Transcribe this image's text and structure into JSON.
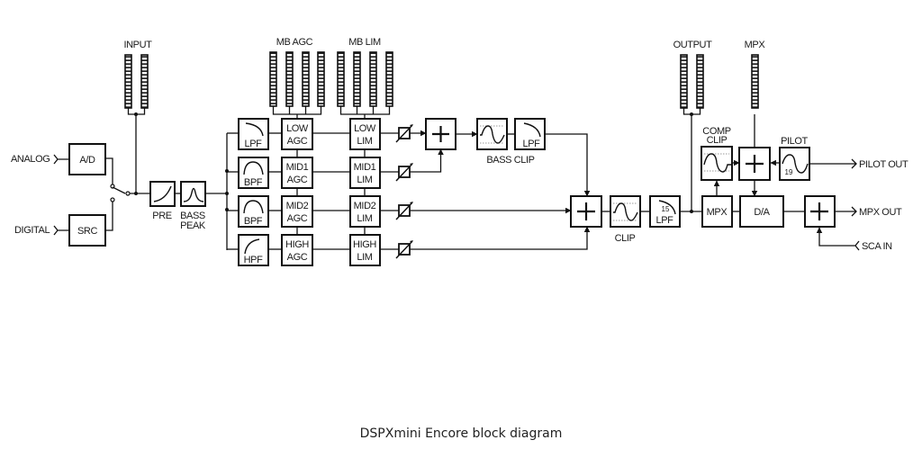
{
  "caption": "DSPXmini Encore block diagram",
  "meters": {
    "input": "INPUT",
    "mb_agc": "MB AGC",
    "mb_lim": "MB LIM",
    "output": "OUTPUT",
    "mpx": "MPX"
  },
  "io": {
    "analog": "ANALOG",
    "digital": "DIGITAL",
    "pilot_out": "PILOT OUT",
    "mpx_out": "MPX OUT",
    "sca_in": "SCA IN"
  },
  "blocks": {
    "ad": "A/D",
    "src": "SRC",
    "pre": "PRE",
    "bass_peak_1": "BASS",
    "bass_peak_2": "PEAK",
    "filters": [
      "LPF",
      "BPF",
      "BPF",
      "HPF"
    ],
    "agc": [
      [
        "LOW",
        "AGC"
      ],
      [
        "MID1",
        "AGC"
      ],
      [
        "MID2",
        "AGC"
      ],
      [
        "HIGH",
        "AGC"
      ]
    ],
    "lim": [
      [
        "LOW",
        "LIM"
      ],
      [
        "MID1",
        "LIM"
      ],
      [
        "MID2",
        "LIM"
      ],
      [
        "HIGH",
        "LIM"
      ]
    ],
    "bass_clip_lpf": "LPF",
    "bass_clip": "BASS CLIP",
    "clip": "CLIP",
    "lpf15_num": "15",
    "lpf15": "LPF",
    "mpx_block": "MPX",
    "comp_clip_1": "COMP",
    "comp_clip_2": "CLIP",
    "pilot": "PILOT",
    "pilot_num": "19",
    "da": "D/A"
  }
}
